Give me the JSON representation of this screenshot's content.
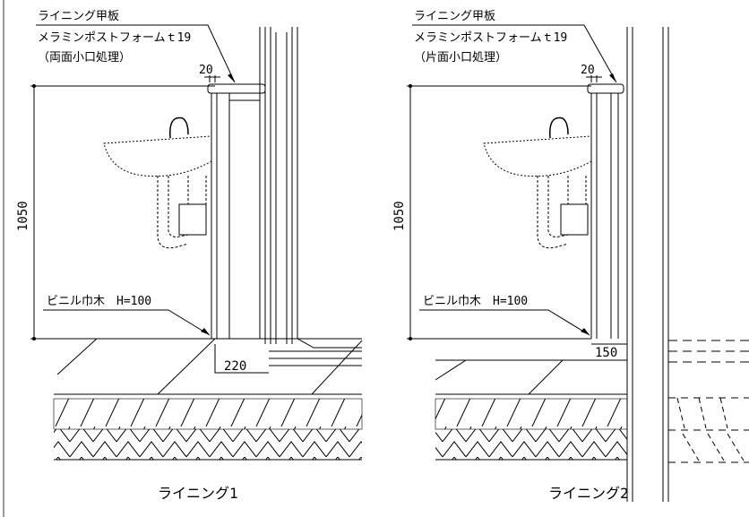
{
  "left": {
    "note_title": "ライニング甲板",
    "note_material": "メラミンポストフォームｔ19",
    "note_edge": "（両面小口処理）",
    "dim_top": "20",
    "dim_height": "1050",
    "baseboard": "ビニル巾木　H=100",
    "dim_depth": "220",
    "caption": "ライニング1"
  },
  "right": {
    "note_title": "ライニング甲板",
    "note_material": "メラミンポストフォームｔ19",
    "note_edge": "（片面小口処理）",
    "dim_top": "20",
    "dim_height": "1050",
    "baseboard": "ビニル巾木　H=100",
    "dim_depth": "150",
    "caption": "ライニング2"
  }
}
